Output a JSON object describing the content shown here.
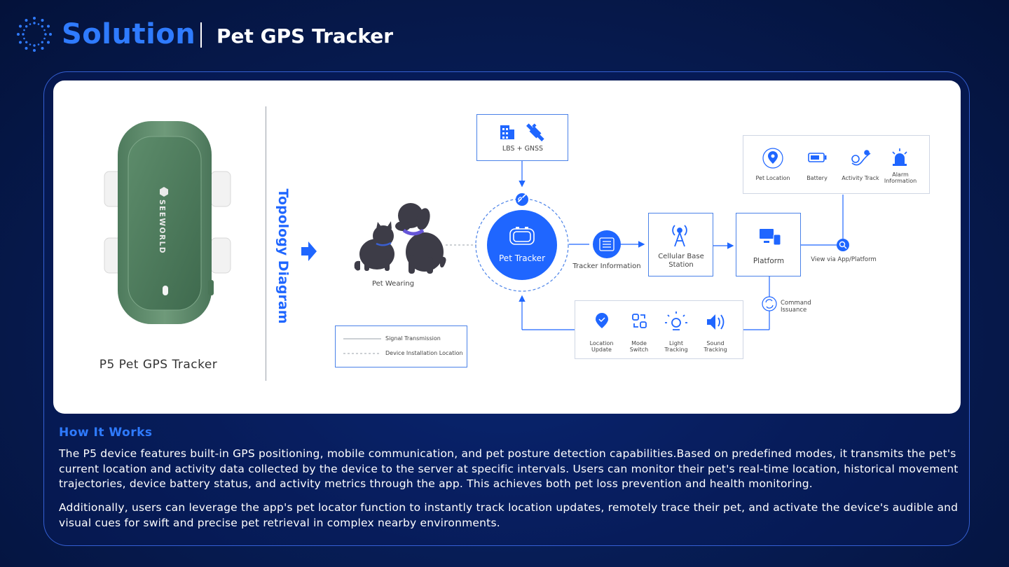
{
  "header": {
    "section": "Solution",
    "title": "Pet GPS Tracker"
  },
  "device": {
    "brand": "SEEWORLD",
    "label": "P5 Pet GPS Tracker"
  },
  "diagram": {
    "title": "Topology Diagram",
    "positioning": "LBS + GNSS",
    "pet_wearing": "Pet Wearing",
    "tracker": "Pet Tracker",
    "tracker_info": "Tracker Information",
    "base_station": "Cellular Base Station",
    "platform": "Platform",
    "view": "View via App/Platform",
    "command": "Command Issuance",
    "features": [
      {
        "label": "Pet Location",
        "icon": "location-pin-icon"
      },
      {
        "label": "Battery",
        "icon": "battery-icon"
      },
      {
        "label": "Activity Track",
        "icon": "activity-track-icon"
      },
      {
        "label": "Alarm Information",
        "icon": "alarm-icon"
      }
    ],
    "commands": [
      {
        "label": "Location Update",
        "icon": "location-update-icon"
      },
      {
        "label": "Mode Switch",
        "icon": "mode-switch-icon"
      },
      {
        "label": "Light Tracking",
        "icon": "light-icon"
      },
      {
        "label": "Sound Tracking",
        "icon": "sound-icon"
      }
    ],
    "legend": {
      "solid": "Signal Transmission",
      "dashed": "Device Installation Location"
    }
  },
  "how_it_works": {
    "heading": "How It Works",
    "paragraph1": "The P5 device features built-in GPS positioning, mobile communication, and pet posture detection capabilities.Based on predefined modes, it transmits the pet's current location and activity data collected by the device to the server at specific intervals. Users can monitor their pet's real-time location, historical movement trajectories, device battery status, and activity metrics through the app. This achieves both pet loss prevention and health monitoring.",
    "paragraph2": "Additionally, users can leverage the app's pet locator function to instantly track location updates, remotely trace their pet, and activate the device's audible and visual cues for swift and precise pet retrieval in complex nearby environments."
  },
  "colors": {
    "accent": "#1f66ff",
    "background": "#071d56",
    "device_green": "#5e8a6c"
  }
}
